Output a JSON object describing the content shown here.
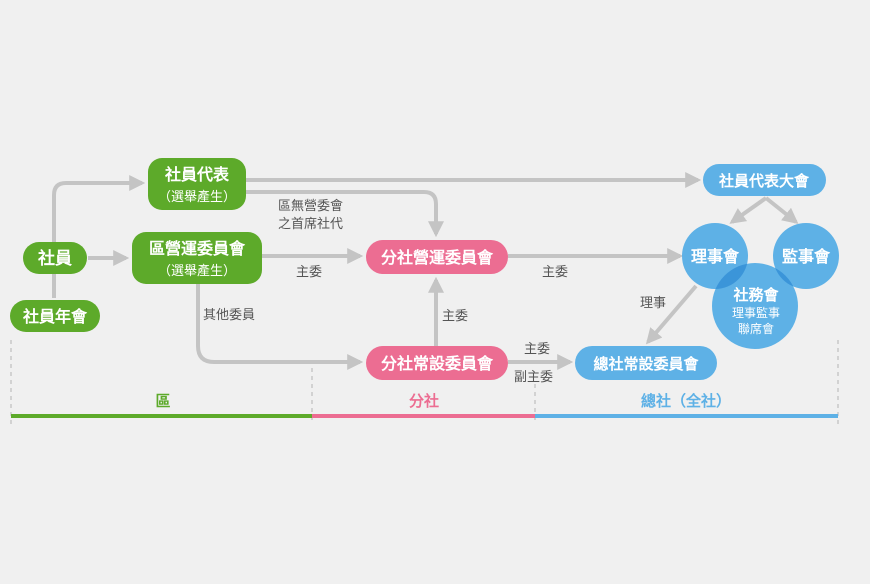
{
  "colors": {
    "green": "#5daa2a",
    "pink": "#ec6d92",
    "blue": "#5eb1e6",
    "blue_dark": "#3b95d9",
    "arrow": "#c4c4c4",
    "dash": "#bdbdbd"
  },
  "nodes": {
    "member": "社員",
    "member_annual": "社員年會",
    "rep": "社員代表",
    "rep_sub": "（選舉產生）",
    "district_committee": "區營運委員會",
    "district_committee_sub": "（選舉產生）",
    "branch_ops": "分社營運委員會",
    "branch_standing": "分社常設委員會",
    "rep_assembly": "社員代表大會",
    "board": "理事會",
    "supervisors": "監事會",
    "affairs": "社務會",
    "affairs_sub1": "理事監事",
    "affairs_sub2": "聯席會",
    "hq_standing": "總社常設委員會"
  },
  "edge_labels": {
    "no_ops_line1": "區無營委會",
    "no_ops_line2": "之首席社代",
    "chair_district": "主委",
    "chair_branch_ops": "主委",
    "other_members": "其他委員",
    "chair_standing": "主委",
    "director": "理事",
    "chair_hq": "主委",
    "vice_chair_hq": "副主委"
  },
  "sections": {
    "district": "區",
    "branch": "分社",
    "hq": "總社（全社）"
  }
}
